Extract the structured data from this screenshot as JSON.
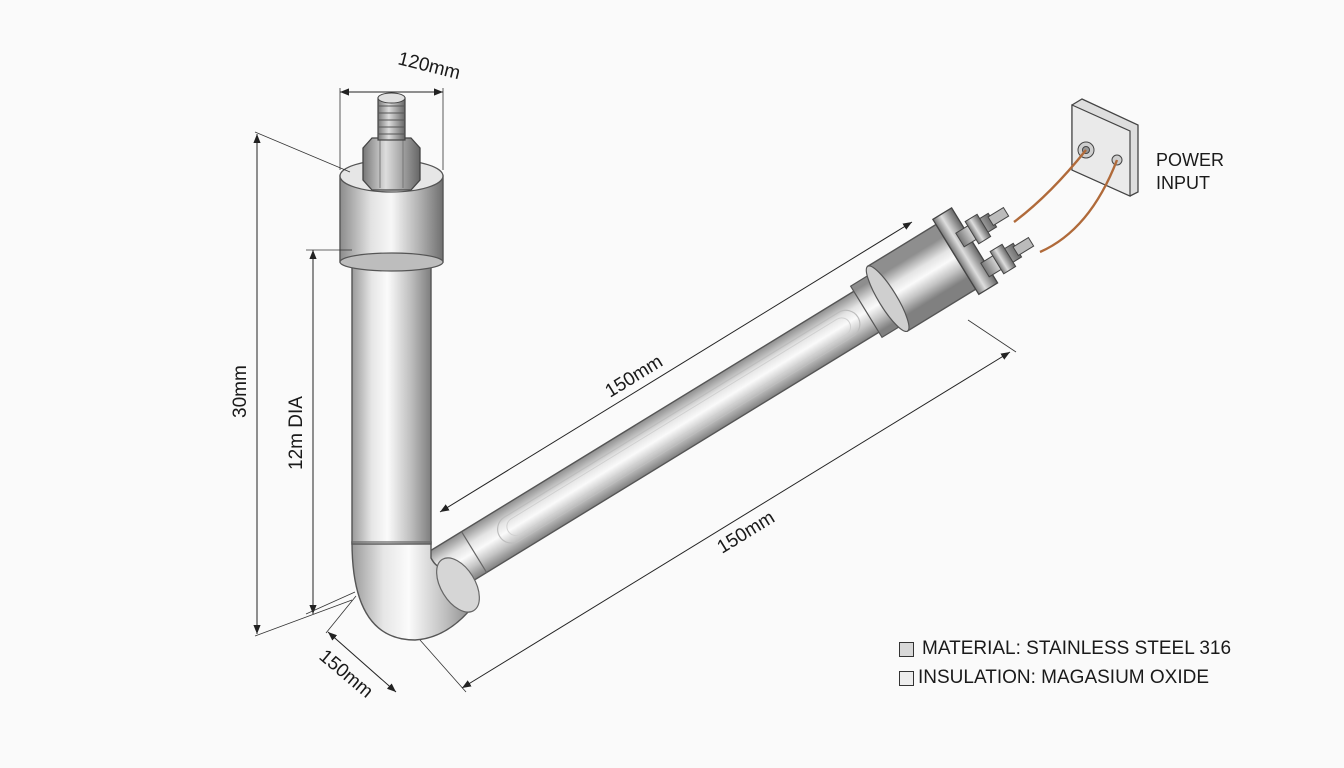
{
  "dimensions": {
    "top_width": "120mm",
    "overall_height": "30mm",
    "tube_diameter": "12m DIA",
    "upper_length": "150mm",
    "lower_length": "150mm",
    "bend_width": "150mm"
  },
  "labels": {
    "power_input_line1": "POWER",
    "power_input_line2": "INPUT"
  },
  "legend": [
    {
      "text": "MATERIAL: STAINLESS STEEL 316"
    },
    {
      "text": "INSULATION: MAGASIUM OXIDE"
    }
  ],
  "colors": {
    "steel_light": "#f4f4f4",
    "steel_mid": "#c9c9c9",
    "steel_dark": "#8a8a8a",
    "wire": "#b06a3a",
    "ink": "#1a1a1a"
  }
}
